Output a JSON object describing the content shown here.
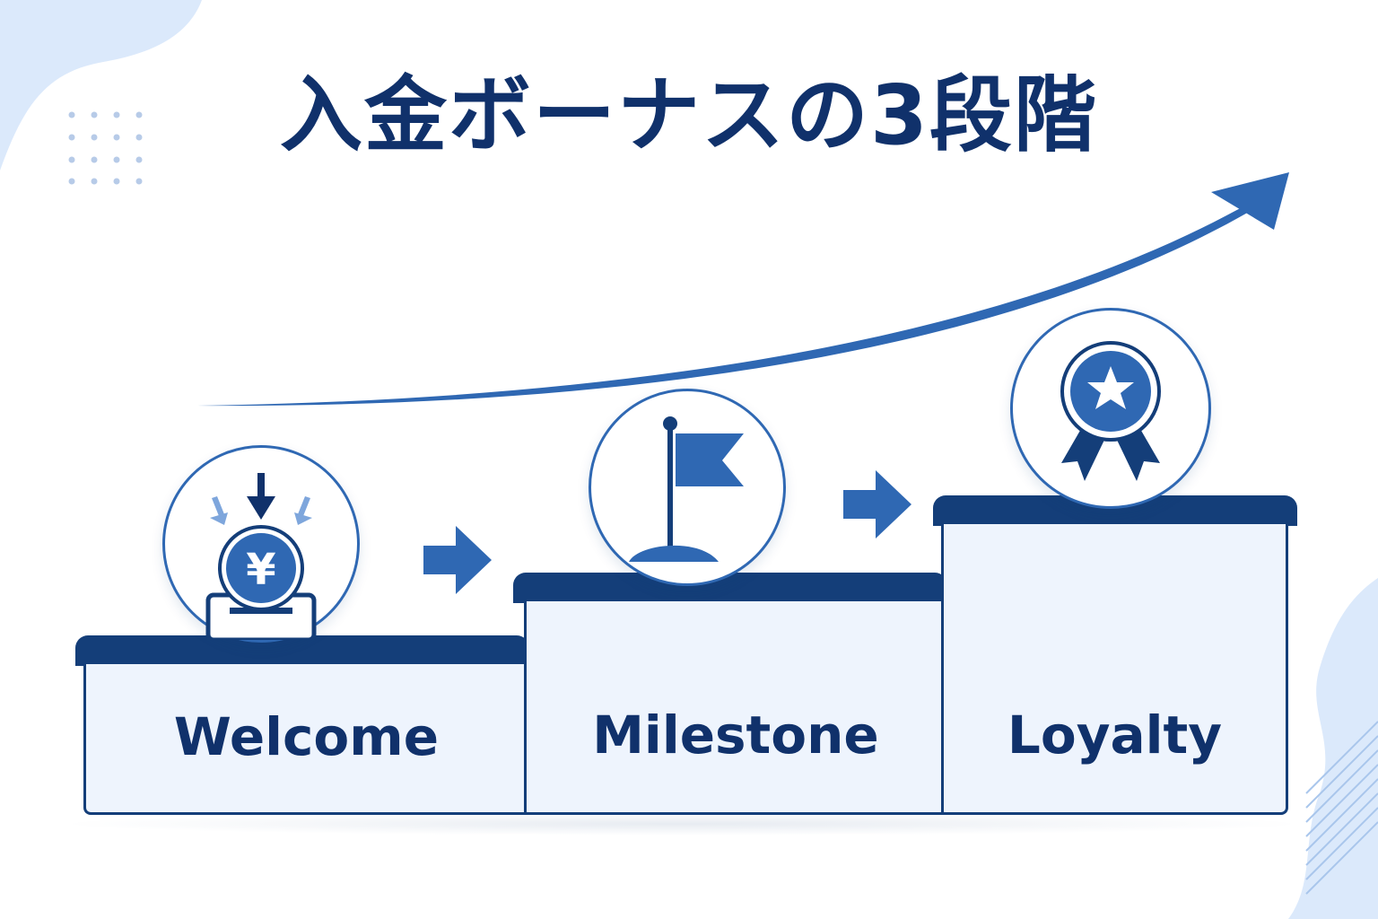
{
  "title": "入金ボーナスの3段階",
  "stages": [
    {
      "label": "Welcome",
      "icon": "yen-deposit-icon"
    },
    {
      "label": "Milestone",
      "icon": "flag-icon"
    },
    {
      "label": "Loyalty",
      "icon": "award-ribbon-icon"
    }
  ],
  "yen_symbol": "¥",
  "colors": {
    "primary": "#143e79",
    "accent": "#2f68b3",
    "light": "#eef4fd",
    "decor": "#dbe9fb"
  }
}
